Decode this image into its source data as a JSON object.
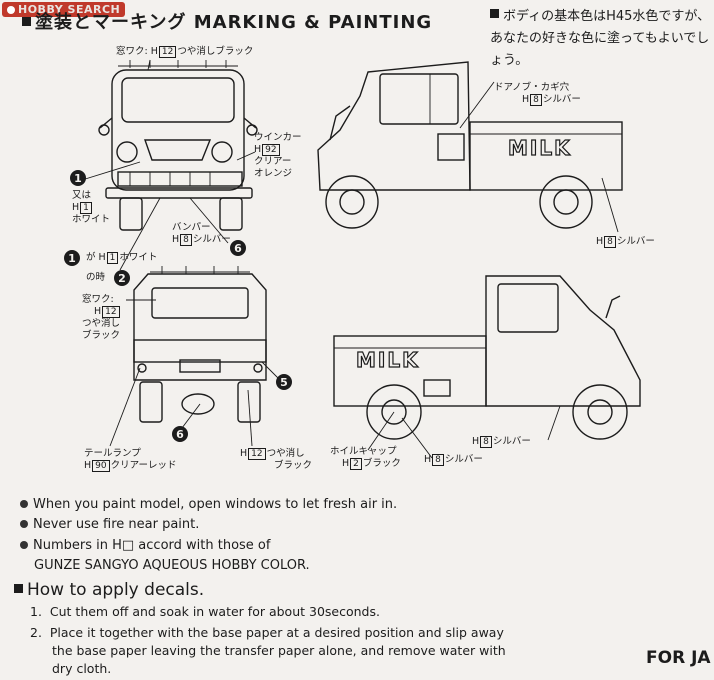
{
  "watermark": "HOBBY SEARCH",
  "section_title": "塗装とマーキング MARKING & PAINTING",
  "body_color_note": "ボディの基本色はH45水色ですが、あなたの好きな色に塗ってもよいでしょう。",
  "callouts": {
    "window_front": [
      "窓ワク: H",
      "12",
      "つや消しブラック"
    ],
    "winker": "ウインカー",
    "winker_code": "92",
    "winker_color1": "クリアー",
    "winker_color2": "オレンジ",
    "or_label": "又は",
    "h1_white_a": "1",
    "white": "ホワイト",
    "bumper": "バンパー",
    "bumper_code": "8",
    "silver": "シルバー",
    "when_h1_a": "が H",
    "when_h1_b": "1",
    "when_h1_c": "ホワイト",
    "when_h1_d": "の時",
    "door_knob": "ドアノブ・カギ穴",
    "door_code": "8",
    "side_silver_code": "8",
    "rear_window_1": "窓ワク:",
    "rear_window_2": "H",
    "rear_window_code": "12",
    "rear_window_3": "つや消し",
    "rear_window_4": "ブラック",
    "tail_lamp": "テールランプ",
    "tail_code": "90",
    "tail_color": "クリアーレッド",
    "rear_bottom_code": "12",
    "rear_bottom_1": "つや消し",
    "rear_bottom_2": "ブラック",
    "wheel_cap": "ホイルキャップ",
    "wheel_code": "2",
    "black": "ブラック",
    "side2_code1": "8",
    "side2_code2": "8",
    "h_prefix": "H",
    "milk": "MILK"
  },
  "markers": [
    "1",
    "2",
    "5",
    "6",
    "6",
    "1"
  ],
  "notes": [
    "When you paint model, open windows to let fresh air in.",
    "Never use fire near paint.",
    "Numbers in H□ accord with those of"
  ],
  "notes_cont": "GUNZE SANGYO AQUEOUS HOBBY COLOR.",
  "decals_title": "How to apply decals.",
  "steps": [
    {
      "num": "1.",
      "text": "Cut them off and soak in water for about 30seconds."
    },
    {
      "num": "2.",
      "text": "Place it together with the base paper at a desired position and slip away"
    }
  ],
  "step2_cont1": "the base paper leaving the transfer paper alone, and remove water with",
  "step2_cont2": "dry cloth.",
  "footer": "FOR JA"
}
